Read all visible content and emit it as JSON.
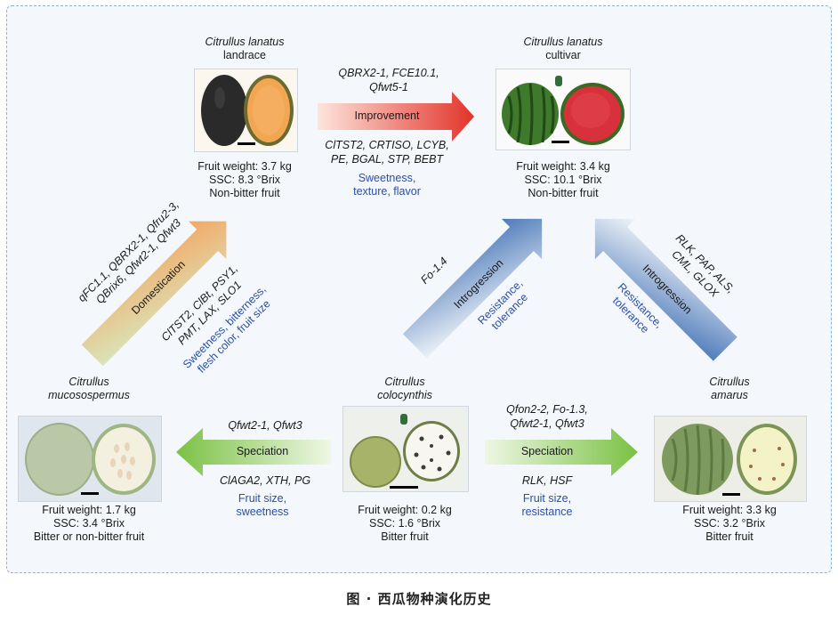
{
  "landrace": {
    "species": "Citrullus lanatus",
    "type": "landrace",
    "weight": "Fruit weight: 3.7 kg",
    "ssc": "SSC: 8.3 °Brix",
    "bitter": "Non-bitter fruit"
  },
  "cultivar": {
    "species": "Citrullus lanatus",
    "type": "cultivar",
    "weight": "Fruit weight: 3.4 kg",
    "ssc": "SSC: 10.1 °Brix",
    "bitter": "Non-bitter fruit"
  },
  "mucosospermus": {
    "species1": "Citrullus",
    "species2": "mucosospermus",
    "weight": "Fruit weight: 1.7 kg",
    "ssc": "SSC: 3.4 °Brix",
    "bitter": "Bitter or non-bitter fruit"
  },
  "colocynthis": {
    "species1": "Citrullus",
    "species2": "colocynthis",
    "weight": "Fruit weight: 0.2 kg",
    "ssc": "SSC: 1.6 °Brix",
    "bitter": "Bitter fruit"
  },
  "amarus": {
    "species1": "Citrullus",
    "species2": "amarus",
    "weight": "Fruit weight: 3.3 kg",
    "ssc": "SSC: 3.2 °Brix",
    "bitter": "Bitter fruit"
  },
  "improvement": {
    "label": "Improvement",
    "qtl1": "QBRX2-1, FCE10.1,",
    "qtl2": "Qfwt5-1",
    "genes1": "ClTST2, CRTISO, LCYB,",
    "genes2": "PE, BGAL, STP, BEBT",
    "trait1": "Sweetness,",
    "trait2": "texture, flavor"
  },
  "domestication": {
    "label": "Domestication",
    "qtl1": "qFC1.1, QBRX2-1, Qfru2-3,",
    "qtl2": "QBrix6, Qfwt2-1, Qfwt3",
    "genes1": "ClTST2, ClBt, PSY1,",
    "genes2": "PMT, LAX, SLO1",
    "trait1": "Sweetness, bitterness,",
    "trait2": "flesh color, fruit size"
  },
  "introgression_left": {
    "label": "Introgression",
    "gene": "Fo-1.4",
    "trait1": "Resistance,",
    "trait2": "tolerance"
  },
  "introgression_right": {
    "label": "Introgression",
    "gene1": "RLK, PAP, ALS,",
    "gene2": "CML, GLOX",
    "trait1": "Resistance,",
    "trait2": "tolerance"
  },
  "speciation_left": {
    "label": "Speciation",
    "qtl": "Qfwt2-1, Qfwt3",
    "genes": "ClAGA2, XTH, PG",
    "trait1": "Fruit size,",
    "trait2": "sweetness"
  },
  "speciation_right": {
    "label": "Speciation",
    "qtl1": "Qfon2-2, Fo-1.3,",
    "qtl2": "Qfwt2-1, Qfwt3",
    "genes": "RLK, HSF",
    "trait1": "Fruit size,",
    "trait2": "resistance"
  },
  "caption": "图 · 西瓜物种演化历史",
  "colors": {
    "improvement_arrow": "#e2332a",
    "domestication_arrow": "#f0a060",
    "introgression_arrow": "#3e6fb3",
    "speciation_arrow": "#7ac143",
    "trait_text": "#2b4fa8",
    "panel_border": "#8fb3d6"
  }
}
